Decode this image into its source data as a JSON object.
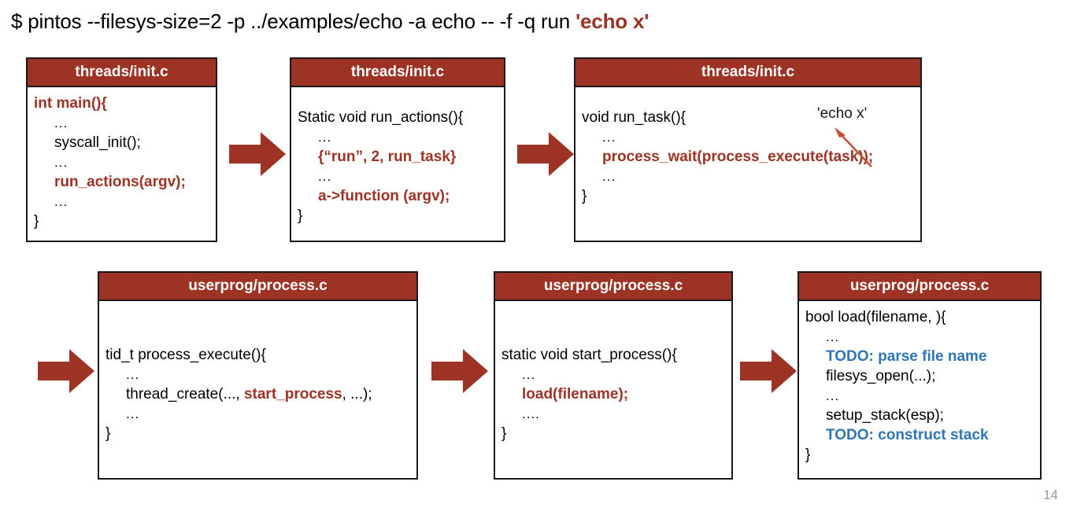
{
  "slide": {
    "page_number": "14",
    "colors": {
      "accent_red": "#9C3324",
      "todo_blue": "#2E75B6",
      "border": "#1a1a1a",
      "page_number_gray": "#9a9a9a"
    }
  },
  "command": {
    "prefix": "$ pintos --filesys-size=2 -p ../examples/echo -a echo -- -f -q run ",
    "highlight": "'echo x'"
  },
  "boxes": [
    {
      "id": "box-1",
      "title": "threads/init.c",
      "lines": [
        {
          "text": "int main(){",
          "style": "red",
          "indent": false
        },
        {
          "text": "...",
          "style": "dots",
          "indent": true
        },
        {
          "text": "syscall_init();",
          "style": "plain",
          "indent": true
        },
        {
          "text": "...",
          "style": "dots",
          "indent": true
        },
        {
          "text": "run_actions(argv);",
          "style": "red",
          "indent": true
        },
        {
          "text": "...",
          "style": "dots",
          "indent": true
        },
        {
          "text": "}",
          "style": "plain",
          "indent": false
        }
      ]
    },
    {
      "id": "box-2",
      "title": "threads/init.c",
      "lines": [
        {
          "text": "Static void run_actions(){",
          "style": "plain",
          "indent": false
        },
        {
          "text": "...",
          "style": "dots",
          "indent": true
        },
        {
          "text": "{“run”, 2, run_task}",
          "style": "red",
          "indent": true
        },
        {
          "text": "...",
          "style": "dots",
          "indent": true
        },
        {
          "text": "a->function (argv);",
          "style": "red",
          "indent": true
        },
        {
          "text": "}",
          "style": "plain",
          "indent": false
        }
      ]
    },
    {
      "id": "box-3",
      "title": "threads/init.c",
      "lines": [
        {
          "text": "void run_task(){",
          "style": "plain",
          "indent": false
        },
        {
          "text": "...",
          "style": "dots",
          "indent": true
        },
        {
          "text": "process_wait(process_execute(task));",
          "style": "red",
          "indent": true
        },
        {
          "text": "...",
          "style": "dots",
          "indent": true
        },
        {
          "text": "}",
          "style": "plain",
          "indent": false
        }
      ],
      "annotation": "'echo x'"
    },
    {
      "id": "box-4",
      "title": "userprog/process.c",
      "lines": [
        {
          "text": "tid_t process_execute(){",
          "style": "plain",
          "indent": false
        },
        {
          "text": "...",
          "style": "dots",
          "indent": true
        },
        {
          "text": "thread_create(..., start_process, ...);",
          "style": "mixed-thread-create",
          "indent": true
        },
        {
          "text": "...",
          "style": "dots",
          "indent": true
        },
        {
          "text": "}",
          "style": "plain",
          "indent": false
        }
      ]
    },
    {
      "id": "box-5",
      "title": "userprog/process.c",
      "lines": [
        {
          "text": "static void start_process(){",
          "style": "plain",
          "indent": false
        },
        {
          "text": "...",
          "style": "dots",
          "indent": true
        },
        {
          "text": "load(filename);",
          "style": "red",
          "indent": true
        },
        {
          "text": "....",
          "style": "dots",
          "indent": true
        },
        {
          "text": "}",
          "style": "plain",
          "indent": false
        }
      ]
    },
    {
      "id": "box-6",
      "title": "userprog/process.c",
      "lines": [
        {
          "text": "bool load(filename, ){",
          "style": "plain",
          "indent": false
        },
        {
          "text": "...",
          "style": "dots",
          "indent": true
        },
        {
          "text": "TODO: parse file name",
          "style": "blue",
          "indent": true
        },
        {
          "text": "filesys_open(...);",
          "style": "plain",
          "indent": true
        },
        {
          "text": "...",
          "style": "dots",
          "indent": true
        },
        {
          "text": "setup_stack(esp);",
          "style": "plain",
          "indent": true
        },
        {
          "text": "TODO: construct stack",
          "style": "blue",
          "indent": true
        },
        {
          "text": "}",
          "style": "plain",
          "indent": false
        }
      ]
    }
  ],
  "box4_line3": {
    "before": "thread_create(..., ",
    "emphasis": "start_process",
    "after": ", ...);"
  },
  "arrows": [
    {
      "id": "arrow-1-to-2",
      "label": "flow-arrow-main-to-run-actions"
    },
    {
      "id": "arrow-2-to-3",
      "label": "flow-arrow-run-actions-to-run-task"
    },
    {
      "id": "arrow-3-to-4",
      "label": "flow-arrow-run-task-to-process-execute"
    },
    {
      "id": "arrow-4-to-5",
      "label": "flow-arrow-process-execute-to-start-process"
    },
    {
      "id": "arrow-5-to-6",
      "label": "flow-arrow-start-process-to-load"
    }
  ]
}
